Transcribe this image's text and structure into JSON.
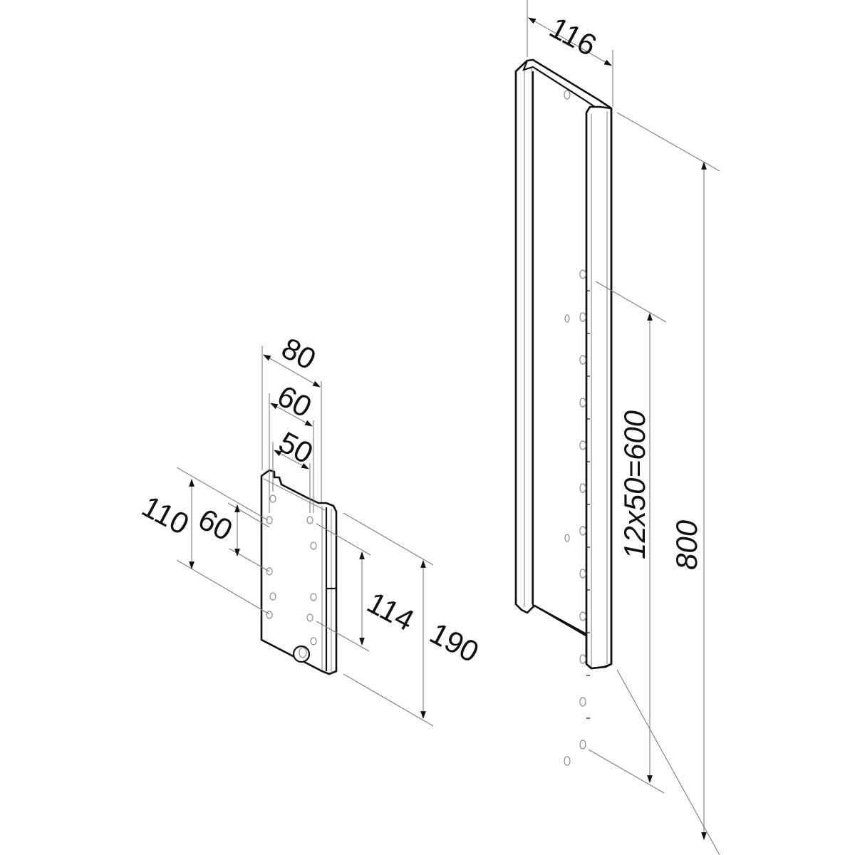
{
  "drawing": {
    "title": "Wall rail and adapter plate dimension drawing",
    "units": "mm",
    "colors": {
      "line": "#111111",
      "dimension_line": "#7d7d7d",
      "background": "#ffffff"
    }
  },
  "rail": {
    "name": "vertical wall rail",
    "dimensions": {
      "width": "116",
      "total_height": "800",
      "hole_spacing": "12x50=600"
    }
  },
  "plate": {
    "name": "adapter plate",
    "dimensions": {
      "width_outer": "80",
      "width_mid": "60",
      "width_inner": "50",
      "height_left_outer": "110",
      "height_left_inner": "60",
      "height_right_inner": "114",
      "height_right_outer": "190"
    }
  }
}
